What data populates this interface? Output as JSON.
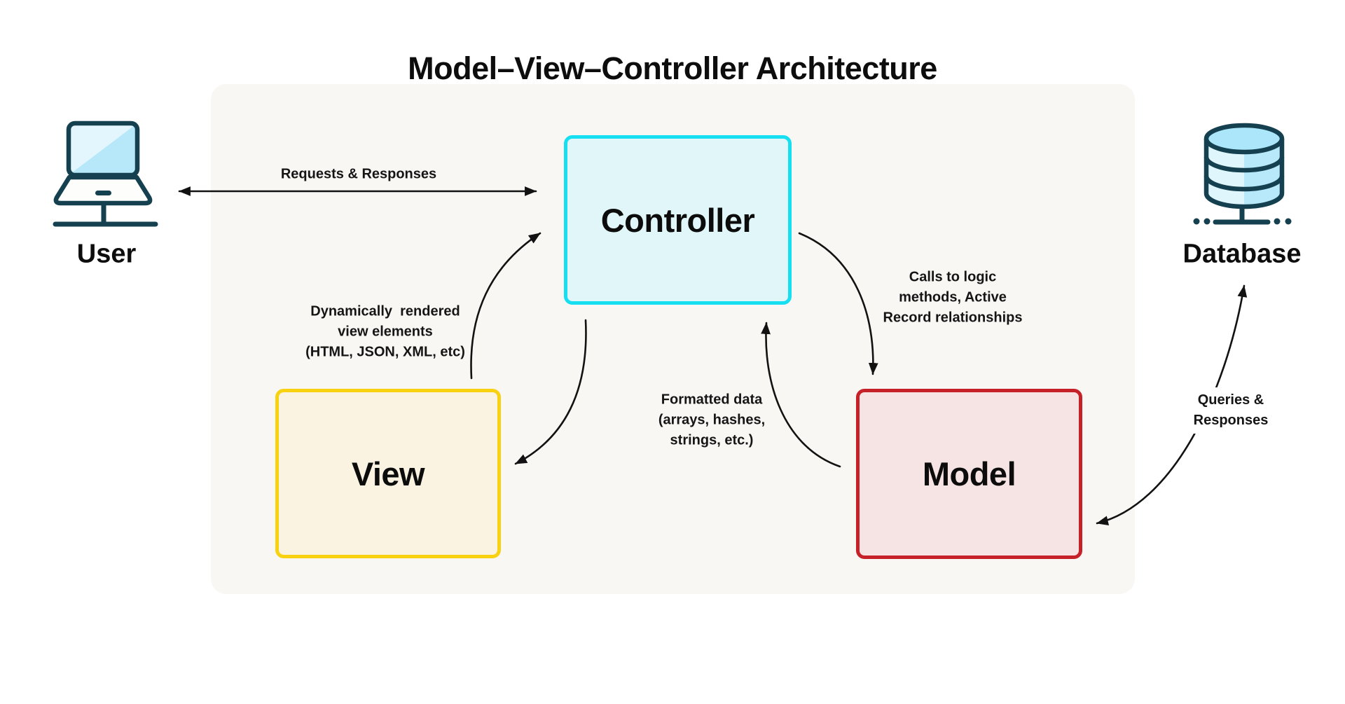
{
  "title": "Model–View–Controller Architecture",
  "nodes": {
    "user": {
      "label": "User"
    },
    "database": {
      "label": "Database"
    },
    "controller": {
      "label": "Controller"
    },
    "view": {
      "label": "View"
    },
    "model": {
      "label": "Model"
    }
  },
  "edges": {
    "user_controller": {
      "label": "Requests & Responses"
    },
    "controller_view_render": {
      "label": "Dynamically  rendered\nview elements\n(HTML, JSON, XML, etc)"
    },
    "controller_model_calls": {
      "label": "Calls to logic\nmethods, Active\nRecord relationships"
    },
    "model_controller_data": {
      "label": "Formatted data\n(arrays, hashes,\nstrings, etc.)"
    },
    "model_database": {
      "label": "Queries &\nResponses"
    }
  },
  "colors": {
    "panel_background": "#f8f7f4",
    "controller_border": "#16dff1",
    "controller_fill": "#e1f6f8",
    "view_border": "#f8d110",
    "view_fill": "#faf3e1",
    "model_border": "#c62128",
    "model_fill": "#f6e3e3",
    "icon_outline": "#14404f",
    "icon_fill": "#b7e9fa",
    "icon_highlight": "#e3f6fd",
    "arrow": "#121212",
    "text": "#0d0d0d"
  }
}
